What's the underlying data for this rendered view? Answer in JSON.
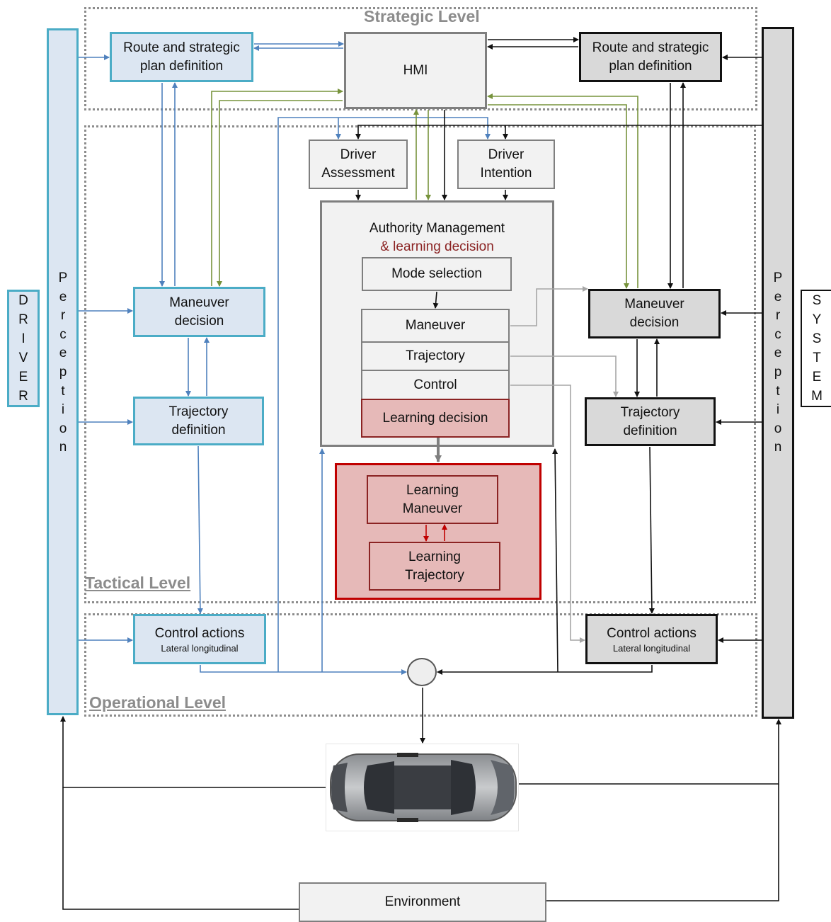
{
  "levels": {
    "strategic": "Strategic Level",
    "tactical": "Tactical Level",
    "operational": "Operational Level"
  },
  "driver": {
    "tag_letters": [
      "D",
      "R",
      "I",
      "V",
      "E",
      "R"
    ],
    "perception_letters": [
      "P",
      "e",
      "r",
      "c",
      "e",
      "p",
      "t",
      "i",
      "o",
      "n"
    ],
    "route": [
      "Route and strategic",
      "plan definition"
    ],
    "maneuver": [
      "Maneuver",
      "decision"
    ],
    "trajectory": [
      "Trajectory",
      "definition"
    ],
    "control": {
      "title": "Control actions",
      "sub": "Lateral   longitudinal"
    }
  },
  "system": {
    "tag_letters": [
      "S",
      "Y",
      "S",
      "T",
      "E",
      "M"
    ],
    "perception_letters": [
      "P",
      "e",
      "r",
      "c",
      "e",
      "p",
      "t",
      "i",
      "o",
      "n"
    ],
    "route": [
      "Route and strategic",
      "plan definition"
    ],
    "maneuver": [
      "Maneuver",
      "decision"
    ],
    "trajectory": [
      "Trajectory",
      "definition"
    ],
    "control": {
      "title": "Control actions",
      "sub": "Lateral   longitudinal"
    }
  },
  "center": {
    "hmi": "HMI",
    "driver_assessment": [
      "Driver",
      "Assessment"
    ],
    "driver_intention": [
      "Driver",
      "Intention"
    ],
    "authority_title": "Authority Management",
    "authority_subtitle": "& learning decision",
    "mode_selection": "Mode selection",
    "stack": [
      "Maneuver",
      "Trajectory",
      "Control",
      "Learning decision"
    ],
    "learning_maneuver": [
      "Learning",
      "Maneuver"
    ],
    "learning_trajectory": [
      "Learning",
      "Trajectory"
    ]
  },
  "environment": "Environment",
  "colors": {
    "driver_fill": "#dce6f2",
    "driver_border": "#4bacc6",
    "driver_arrow": "#4f81bd",
    "system_fill": "#d9d9d9",
    "system_border": "#111111",
    "feedback_arrow": "#77933c",
    "learning_fill": "#e6b9b8",
    "learning_border": "#c00000",
    "neutral_arrow": "#a6a6a6"
  },
  "icons": [
    "car-image",
    "summing-junction"
  ]
}
